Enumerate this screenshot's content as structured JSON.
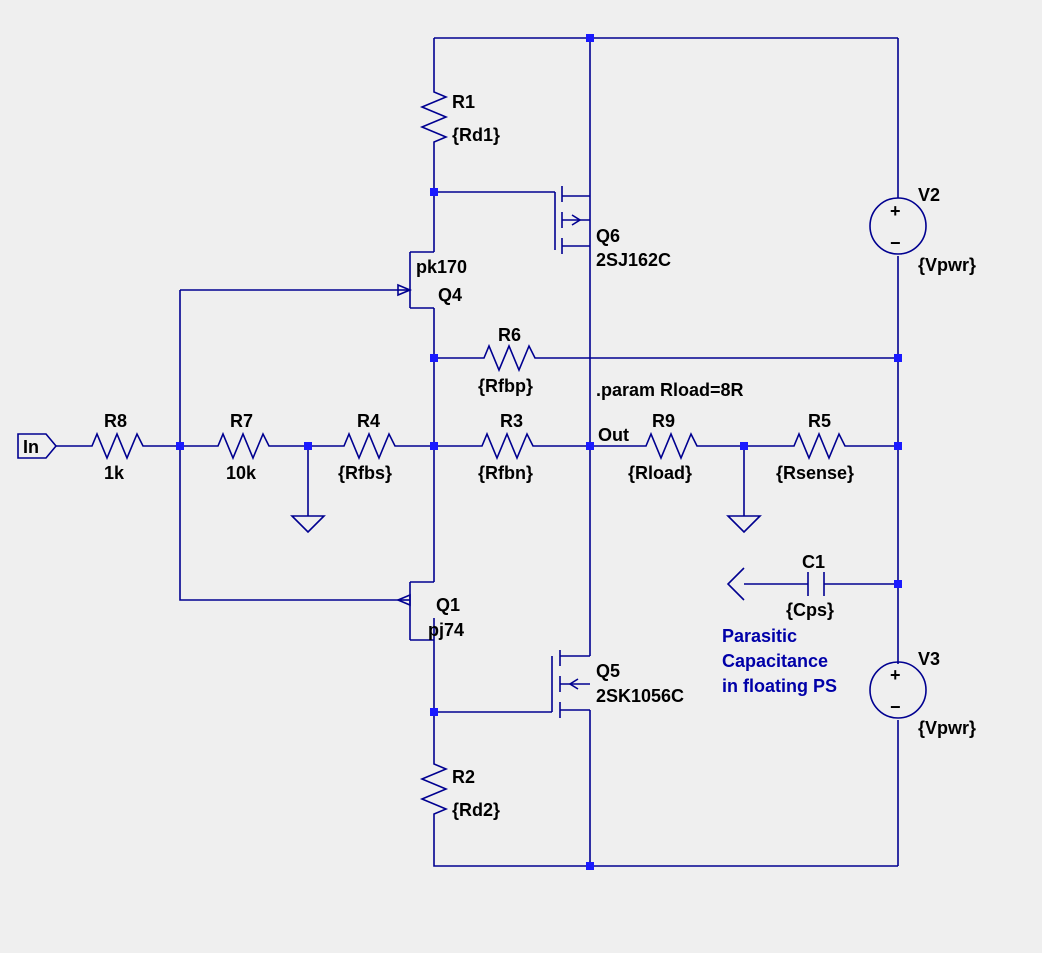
{
  "schematic": {
    "labels": {
      "r1_name": "R1",
      "r1_value": "{Rd1}",
      "r2_name": "R2",
      "r2_value": "{Rd2}",
      "r3_name": "R3",
      "r3_value": "{Rfbn}",
      "r4_name": "R4",
      "r4_value": "{Rfbs}",
      "r5_name": "R5",
      "r5_value": "{Rsense}",
      "r6_name": "R6",
      "r6_value": "{Rfbp}",
      "r7_name": "R7",
      "r7_value": "10k",
      "r8_name": "R8",
      "r8_value": "1k",
      "r9_name": "R9",
      "r9_value": "{Rload}",
      "c1_name": "C1",
      "c1_value": "{Cps}",
      "v2_name": "V2",
      "v2_value": "{Vpwr}",
      "v3_name": "V3",
      "v3_value": "{Vpwr}",
      "q4_name": "Q4",
      "q4_model": "pk170",
      "q1_name": "Q1",
      "q1_model": "pj74",
      "q6_name": "Q6",
      "q6_model": "2SJ162C",
      "q5_name": "Q5",
      "q5_model": "2SK1056C",
      "in_port": "In",
      "out_net": "Out",
      "directive": ".param Rload=8R",
      "note_line1": "Parasitic",
      "note_line2": "Capacitance",
      "note_line3": "in floating PS"
    },
    "symbols": {
      "plus": "+",
      "minus": "−"
    }
  }
}
